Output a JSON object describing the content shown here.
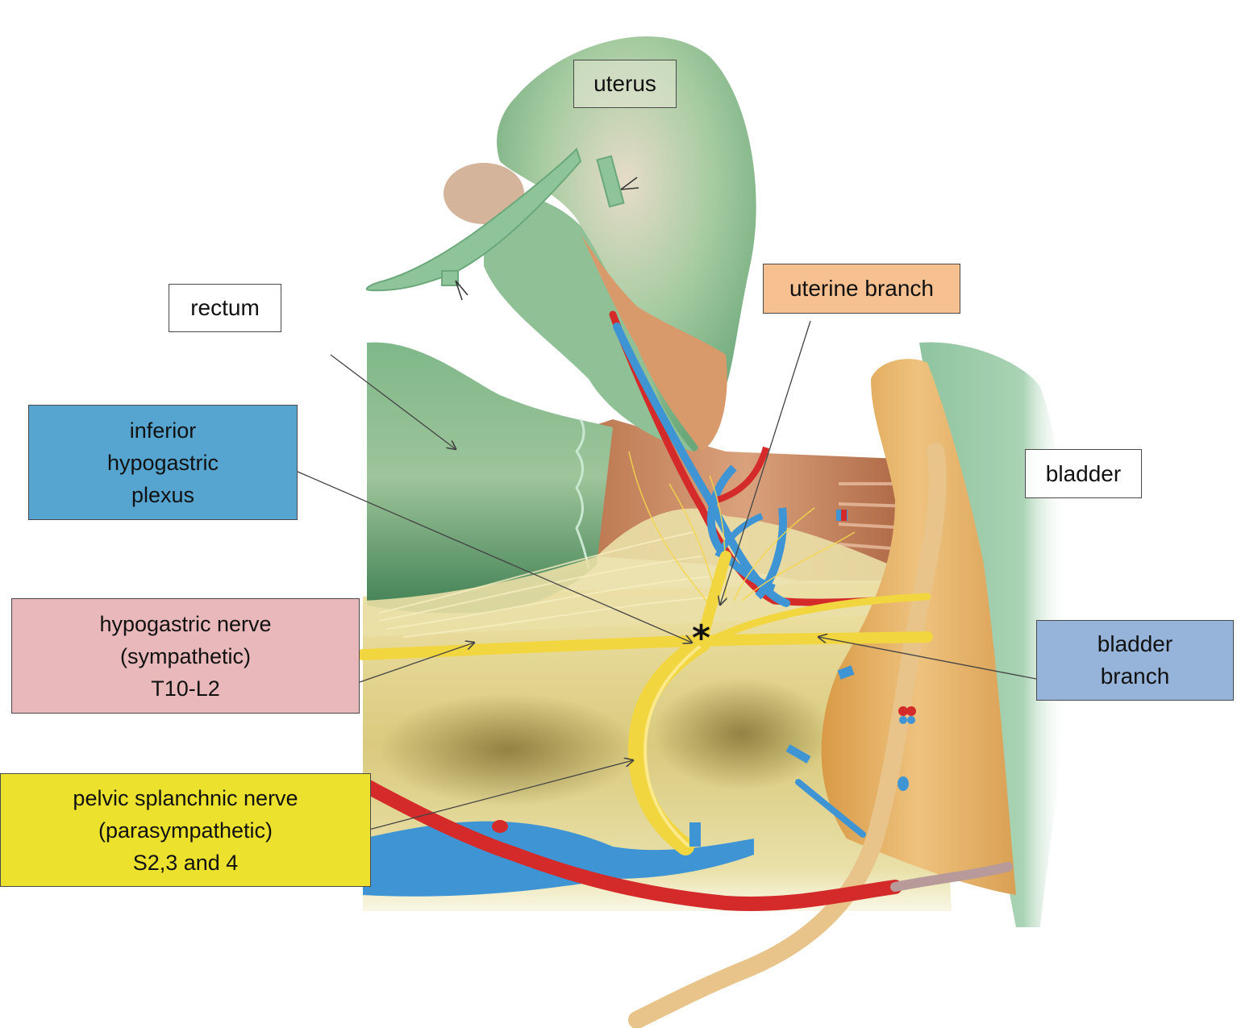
{
  "figure": {
    "title": "Pelvic autonomic nerves: inferior hypogastric plexus and its branches",
    "labels": {
      "uterus": "uterus",
      "rectum": "rectum",
      "inferior_hypogastric_plexus": [
        "inferior",
        "hypogastric",
        "plexus"
      ],
      "uterine_branch": "uterine branch",
      "bladder": "bladder",
      "hypogastric_nerve": [
        "hypogastric nerve",
        "(sympathetic)",
        "T10-L2"
      ],
      "bladder_branch": [
        "bladder",
        "branch"
      ],
      "pelvic_splanchnic_nerve": [
        "pelvic splanchnic nerve",
        "(parasympathetic)",
        "S2,3 and 4"
      ]
    },
    "marker": "*",
    "colors": {
      "uterus_green": "#7fb88e",
      "rectum_green": "#5f9f6f",
      "bladder_orange": "#e0a85a",
      "ureter_tan": "#e8c48a",
      "nerve_yellow": "#f2d640",
      "fascia_yellow": "#e9dc9a",
      "artery_red": "#d42a2a",
      "vein_blue": "#3f95d4",
      "ligament_brown": "#c98a60",
      "ihp_box": "#56a5d0",
      "uterine_box": "#f6c091",
      "hn_box": "#e8b8ba",
      "bb_box": "#96b4da",
      "psn_box": "#ece22e"
    }
  }
}
